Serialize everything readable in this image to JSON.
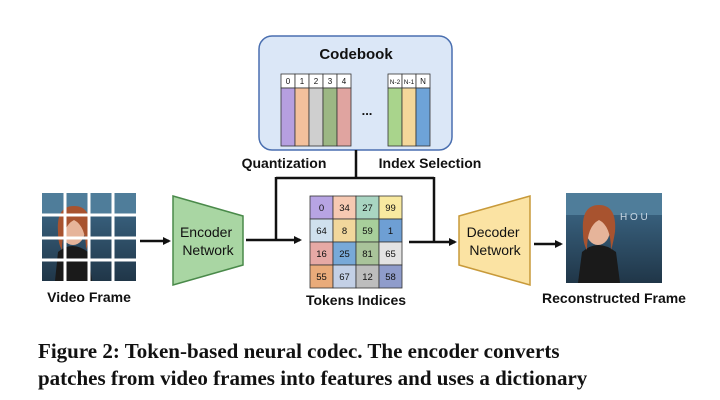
{
  "codebook": {
    "title": "Codebook",
    "entries_left": [
      "0",
      "1",
      "2",
      "3",
      "4"
    ],
    "ellipsis": "...",
    "entries_right": [
      "N-2",
      "N-1",
      "N"
    ],
    "colors_left": [
      "#b69fe0",
      "#f3c09c",
      "#cfcfcf",
      "#9cb784",
      "#e0a4a0"
    ],
    "colors_right": [
      "#a9d48c",
      "#f4d79a",
      "#6ea3d8"
    ]
  },
  "labels": {
    "quantization": "Quantization",
    "index_selection": "Index Selection",
    "encoder": "Encoder\nNetwork",
    "decoder": "Decoder\nNetwork",
    "video_frame": "Video Frame",
    "tokens_indices": "Tokens Indices",
    "reconstructed_frame": "Reconstructed Frame"
  },
  "tokens": {
    "grid": [
      [
        "0",
        "34",
        "27",
        "99"
      ],
      [
        "64",
        "8",
        "59",
        "1"
      ],
      [
        "16",
        "25",
        "81",
        "65"
      ],
      [
        "55",
        "67",
        "12",
        "58"
      ]
    ],
    "colors": [
      [
        "#b7a4e3",
        "#f6c9b2",
        "#a9d5c2",
        "#f8e9a0"
      ],
      [
        "#cfe0ee",
        "#f1d79c",
        "#a8cf9b",
        "#6e9fd4"
      ],
      [
        "#e6a9a5",
        "#78a9d8",
        "#a9c39a",
        "#e3e3e3"
      ],
      [
        "#e9ab7a",
        "#c3d0e6",
        "#bdbdbd",
        "#8f9ccb"
      ]
    ]
  },
  "caption": {
    "line1": "Figure 2: Token-based neural codec. The encoder converts",
    "line2": "patches from video frames into features and uses a dictionary"
  },
  "colors": {
    "encoder_fill": "#a9d6a3",
    "decoder_fill": "#fbe3a3",
    "codebook_fill": "#dbe7f7",
    "codebook_border": "#4a6fb0"
  }
}
